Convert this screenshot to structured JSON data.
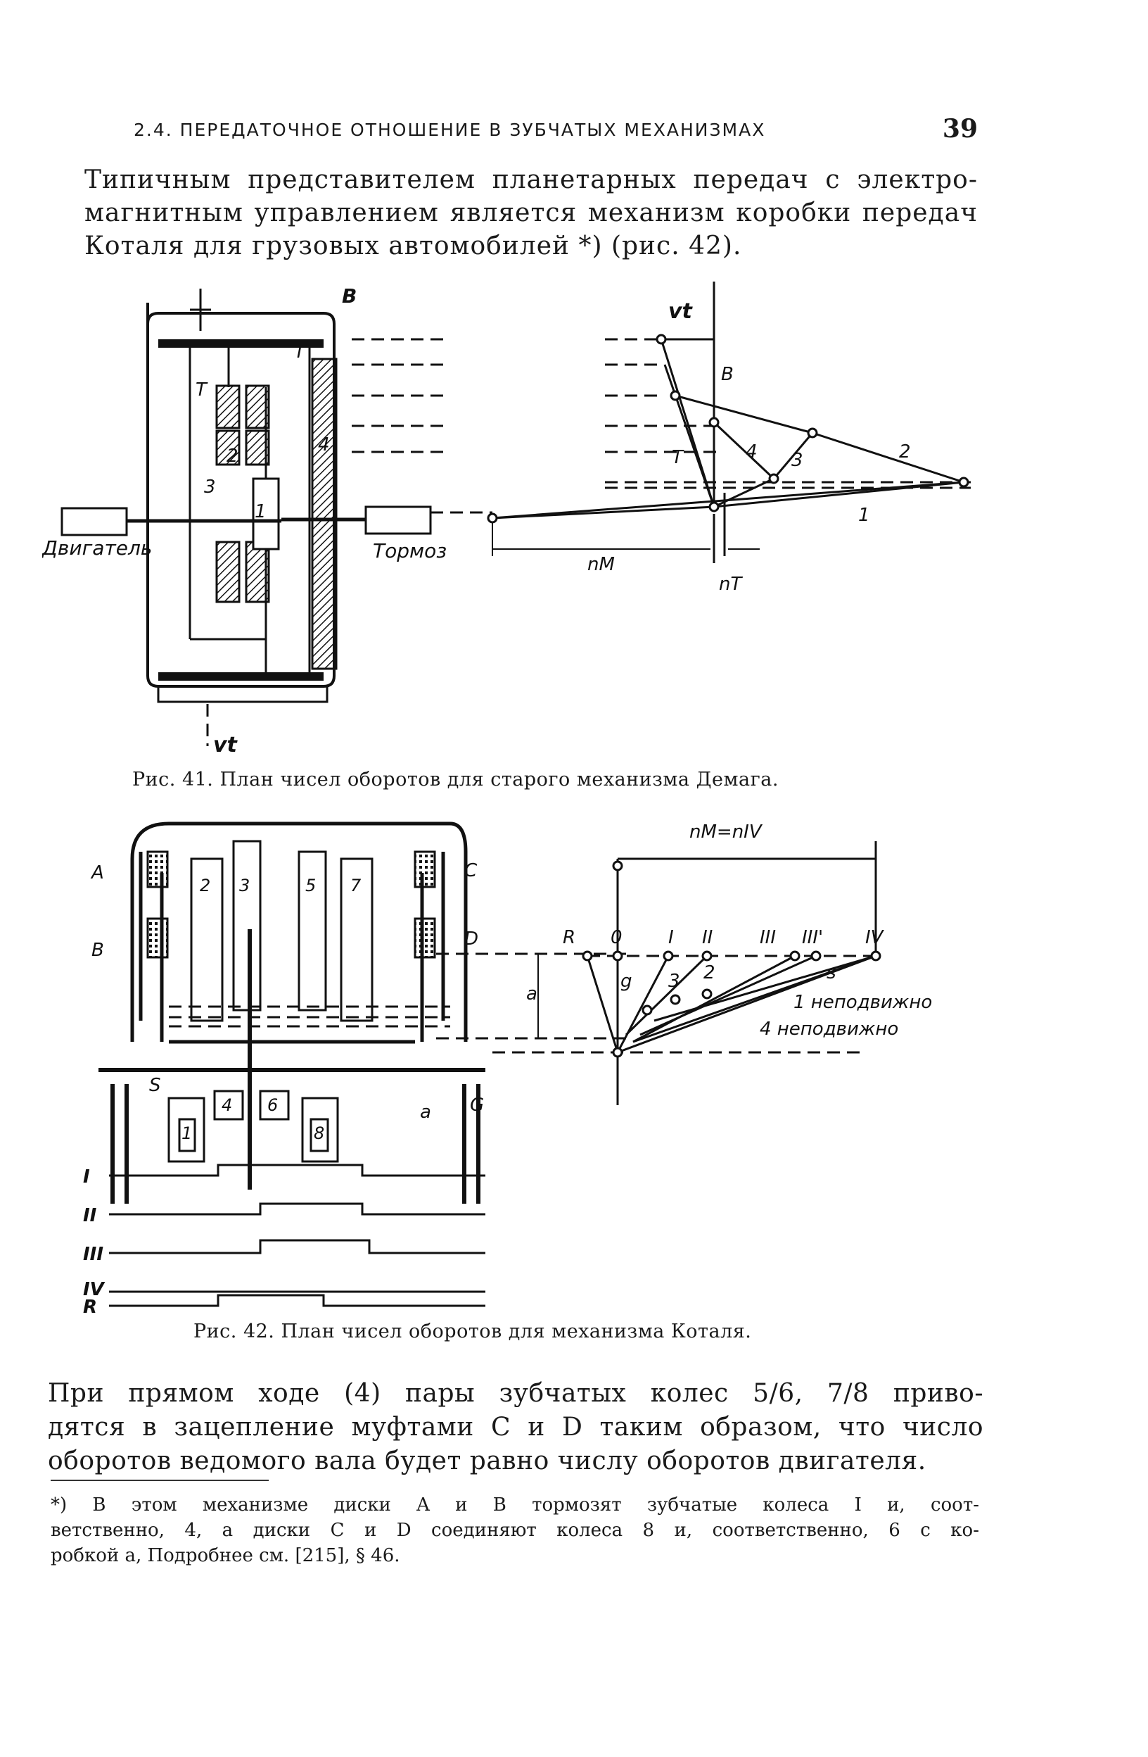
{
  "header": {
    "section_title": "2.4. ПЕРЕДАТОЧНОЕ ОТНОШЕНИЕ В ЗУБЧАТЫХ МЕХАНИЗМАХ",
    "page_number": "39"
  },
  "intro_paragraph": {
    "lines": [
      "Типичным представителем планетарных передач с электро-",
      "магнитным управлением является механизм коробки передач",
      "Коталя для грузовых автомобилей *) (рис. 42)."
    ]
  },
  "figure41": {
    "caption": "Рис. 41. План чисел оборотов для старого механизма Демага.",
    "labels": {
      "engine": "Двигатель",
      "brake": "Тормоз",
      "B": "В",
      "T_top": "Т",
      "T_left": "Т",
      "T_plan": "Т",
      "n1": "1",
      "n2": "2",
      "n3": "3",
      "n4": "4",
      "vt_top": "vt",
      "vt_bottom": "vt",
      "B_plan": "В",
      "l1": "1",
      "l2": "2",
      "l3": "3",
      "l4": "4",
      "nM": "nM",
      "nT": "nT"
    }
  },
  "figure42": {
    "caption": "Рис. 42. План чисел оборотов для механизма Коталя.",
    "labels": {
      "A": "А",
      "B": "В",
      "C": "С",
      "D": "D",
      "S": "S",
      "a": "a",
      "G": "G",
      "w2": "2",
      "w3": "3",
      "w5": "5",
      "w7": "7",
      "w1": "1",
      "w4": "4",
      "w6": "6",
      "w8": "8",
      "plan_a": "a",
      "nM_nIV": "nM=nIV",
      "R": "R",
      "O": "0",
      "I": "I",
      "II": "II",
      "III": "III",
      "IIIp": "III'",
      "IV": "IV",
      "g": "g",
      "p3": "3",
      "p2": "2",
      "s": "s",
      "fixed1": "1 неподвижно",
      "fixed4": "4 неподвижно",
      "gear_rows": [
        "I",
        "II",
        "III",
        "IV",
        "R"
      ]
    }
  },
  "main_paragraph": {
    "lines": [
      "При прямом ходе (4) пары зубчатых колес 5/6, 7/8 приво-",
      "дятся в зацепление муфтами С и D таким образом, что число",
      "оборотов ведомого вала будет равно числу оборотов двигателя."
    ]
  },
  "footnote": {
    "lines": [
      "*) В этом механизме диски A и B тормозят зубчатые колеса I и, соот-",
      "ветственно, 4, а диски C и D соединяют колеса 8 и, соответственно, 6 с ко-",
      "робкой a, Подробнее см. [215], § 46."
    ]
  }
}
